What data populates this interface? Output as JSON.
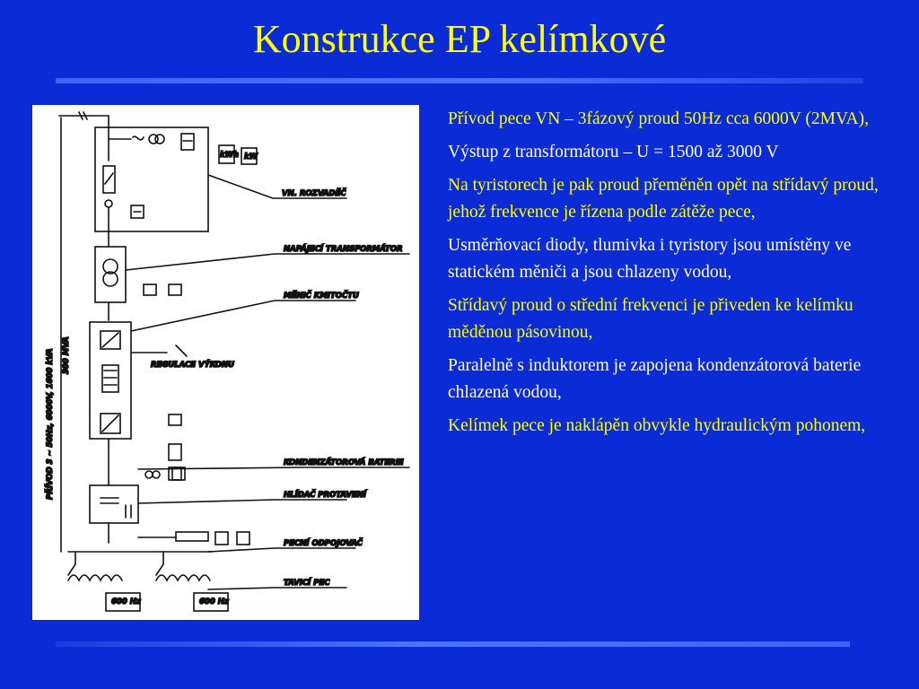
{
  "slide": {
    "title": "Konstrukce EP kelímkové"
  },
  "diagram": {
    "labels": {
      "vn_rozvadec": "VN. ROZVADĚČ",
      "napajeci_transformator": "NAPÁJECÍ TRANSFORMÁTOR",
      "menic_kmitoctu": "MĚNIČ KMITOČTU",
      "regulace_vykonu": "REGULACE VÝKONU",
      "kondenzatorova_baterie": "KONDENZÁTOROVÁ BATERIE",
      "hlidac_protaveni": "HLÍDAČ PROTAVENÍ",
      "pecni_odpojovac": "PECNÍ ODPOJOVAČ",
      "tavici_pec": "TAVICÍ PEC",
      "privod": "PŘÍVOD 3 ~ 50Hz, 6000V, 1600 kVA",
      "privod_2": "300 MVA",
      "freq_1": "600 Hz",
      "freq_2": "600 Hz",
      "meter_kwh": "kWh",
      "meter_kw": "kW"
    }
  },
  "bullets": [
    {
      "text": "Přívod pece VN – 3fázový proud 50Hz cca 6000V (2MVA),",
      "color": "#ffff00"
    },
    {
      "text": "Výstup z transformátoru – U = 1500 až 3000 V",
      "color": "#ffffff"
    },
    {
      "text": "Na tyristorech je pak proud přeměněn opět na střídavý proud, jehož frekvence je řízena podle zátěže pece,",
      "color": "#ffff00"
    },
    {
      "text": "Usměrňovací diody, tlumivka i tyristory jsou umístěny ve statickém měniči a jsou chlazeny vodou,",
      "color": "#ffffff"
    },
    {
      "text": "Střídavý  proud o střední frekvenci je přiveden ke kelímku měděnou pásovinou,",
      "color": "#ffff00"
    },
    {
      "text": "Paralelně s induktorem je zapojena kondenzátorová baterie chlazená vodou,",
      "color": "#ffffff"
    },
    {
      "text": "Kelímek pece je naklápěn obvykle hydraulickým pohonem,",
      "color": "#ffff00"
    }
  ]
}
